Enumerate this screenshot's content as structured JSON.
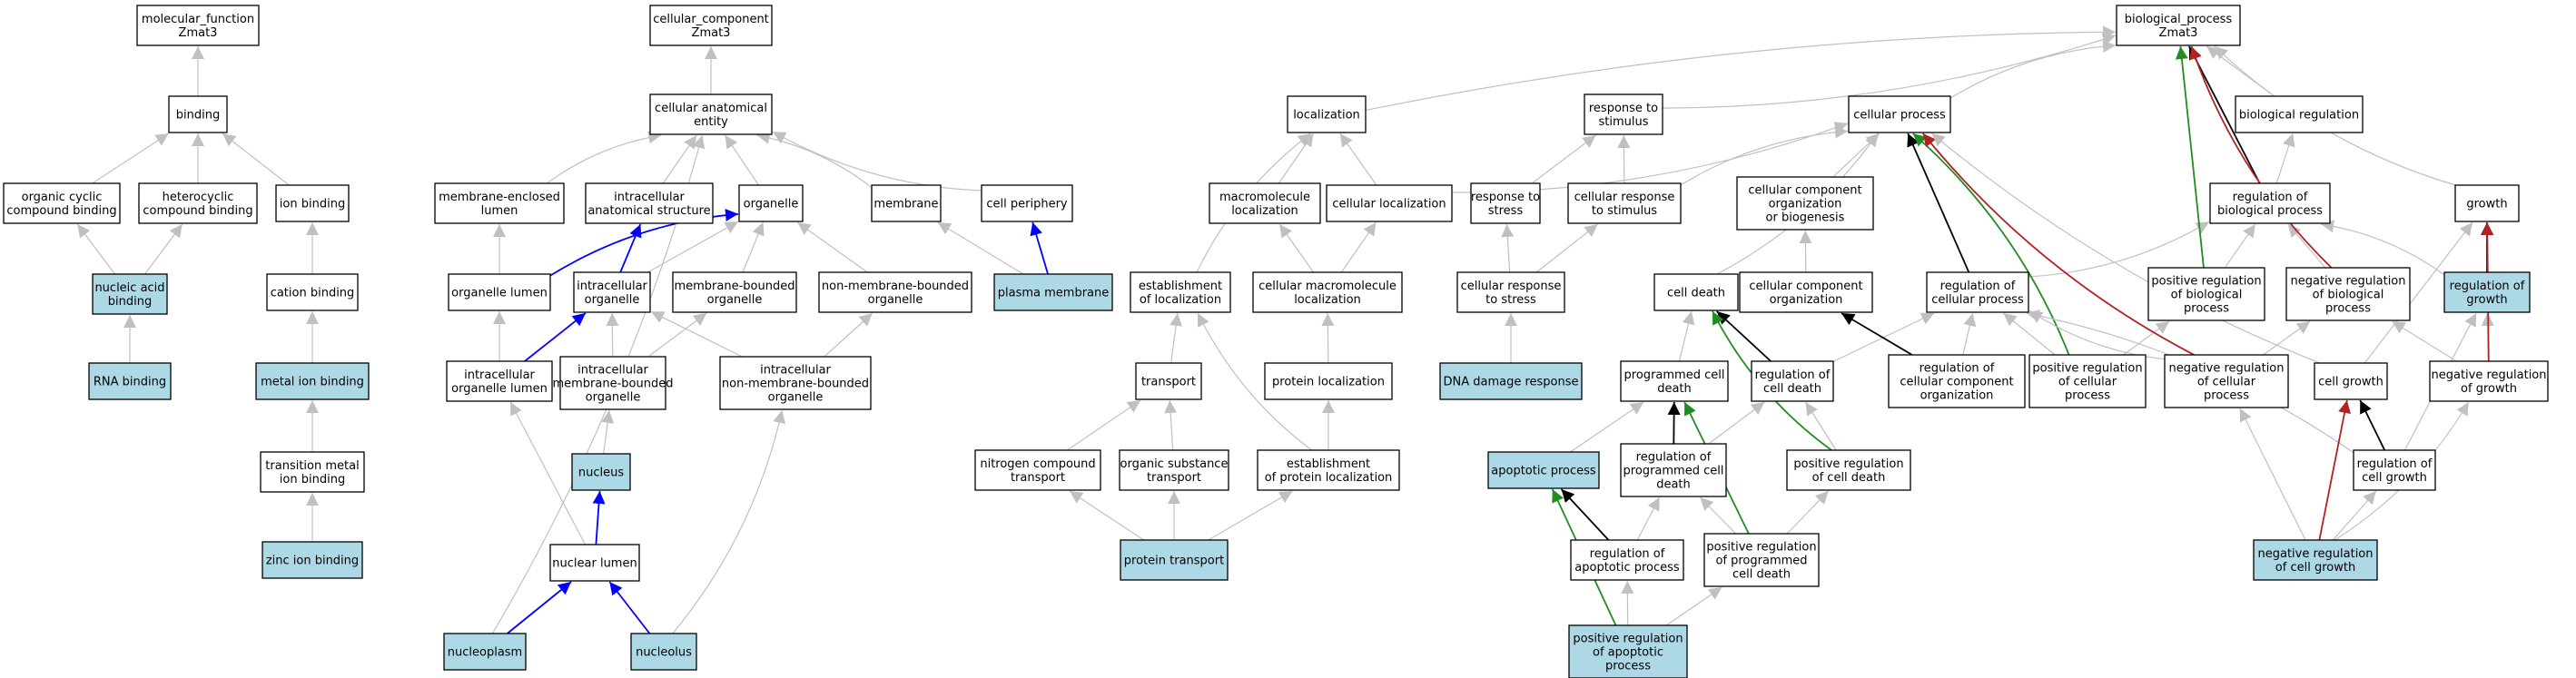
{
  "colors": {
    "highlight": "#add8e6",
    "plain": "#ffffff",
    "edge_is_a": "#c0c0c0",
    "edge_part_of": "#0000ff",
    "edge_regulates": "#000000",
    "edge_pos_regulates": "#228b22",
    "edge_neg_regulates": "#b22222"
  },
  "nodes": [
    {
      "id": "mf",
      "lines": [
        "molecular_function",
        "Zmat3"
      ],
      "highlight": false
    },
    {
      "id": "binding",
      "lines": [
        "binding"
      ],
      "highlight": false
    },
    {
      "id": "ocb",
      "lines": [
        "organic cyclic",
        "compound binding"
      ],
      "highlight": false
    },
    {
      "id": "hcb",
      "lines": [
        "heterocyclic",
        "compound binding"
      ],
      "highlight": false
    },
    {
      "id": "ionb",
      "lines": [
        "ion binding"
      ],
      "highlight": false
    },
    {
      "id": "nab",
      "lines": [
        "nucleic acid",
        "binding"
      ],
      "highlight": true
    },
    {
      "id": "cationb",
      "lines": [
        "cation binding"
      ],
      "highlight": false
    },
    {
      "id": "rnab",
      "lines": [
        "RNA binding"
      ],
      "highlight": true
    },
    {
      "id": "metalb",
      "lines": [
        "metal ion binding"
      ],
      "highlight": true
    },
    {
      "id": "tmib",
      "lines": [
        "transition metal",
        "ion binding"
      ],
      "highlight": false
    },
    {
      "id": "zincb",
      "lines": [
        "zinc ion binding"
      ],
      "highlight": true
    },
    {
      "id": "cc",
      "lines": [
        "cellular_component",
        "Zmat3"
      ],
      "highlight": false
    },
    {
      "id": "cae",
      "lines": [
        "cellular anatomical",
        "entity"
      ],
      "highlight": false
    },
    {
      "id": "mel",
      "lines": [
        "membrane-enclosed",
        "lumen"
      ],
      "highlight": false
    },
    {
      "id": "ias",
      "lines": [
        "intracellular",
        "anatomical structure"
      ],
      "highlight": false
    },
    {
      "id": "organelle",
      "lines": [
        "organelle"
      ],
      "highlight": false
    },
    {
      "id": "membrane",
      "lines": [
        "membrane"
      ],
      "highlight": false
    },
    {
      "id": "cellper",
      "lines": [
        "cell periphery"
      ],
      "highlight": false
    },
    {
      "id": "orglumen",
      "lines": [
        "organelle lumen"
      ],
      "highlight": false
    },
    {
      "id": "intorg",
      "lines": [
        "intracellular",
        "organelle"
      ],
      "highlight": false
    },
    {
      "id": "mbo",
      "lines": [
        "membrane-bounded",
        "organelle"
      ],
      "highlight": false
    },
    {
      "id": "nmbo",
      "lines": [
        "non-membrane-bounded",
        "organelle"
      ],
      "highlight": false
    },
    {
      "id": "pm",
      "lines": [
        "plasma membrane"
      ],
      "highlight": true
    },
    {
      "id": "iol",
      "lines": [
        "intracellular",
        "organelle lumen"
      ],
      "highlight": false
    },
    {
      "id": "imbo",
      "lines": [
        "intracellular",
        "membrane-bounded",
        "organelle"
      ],
      "highlight": false
    },
    {
      "id": "inmbo",
      "lines": [
        "intracellular",
        "non-membrane-bounded",
        "organelle"
      ],
      "highlight": false
    },
    {
      "id": "nucleus",
      "lines": [
        "nucleus"
      ],
      "highlight": true
    },
    {
      "id": "nuclumen",
      "lines": [
        "nuclear lumen"
      ],
      "highlight": false
    },
    {
      "id": "nucleoplasm",
      "lines": [
        "nucleoplasm"
      ],
      "highlight": true
    },
    {
      "id": "nucleolus",
      "lines": [
        "nucleolus"
      ],
      "highlight": true
    },
    {
      "id": "bp",
      "lines": [
        "biological_process",
        "Zmat3"
      ],
      "highlight": false
    },
    {
      "id": "localization",
      "lines": [
        "localization"
      ],
      "highlight": false
    },
    {
      "id": "rts",
      "lines": [
        "response to",
        "stimulus"
      ],
      "highlight": false
    },
    {
      "id": "cellproc",
      "lines": [
        "cellular process"
      ],
      "highlight": false
    },
    {
      "id": "bioreg",
      "lines": [
        "biological regulation"
      ],
      "highlight": false
    },
    {
      "id": "mloc",
      "lines": [
        "macromolecule",
        "localization"
      ],
      "highlight": false
    },
    {
      "id": "cloc",
      "lines": [
        "cellular localization"
      ],
      "highlight": false
    },
    {
      "id": "rtstress",
      "lines": [
        "response to",
        "stress"
      ],
      "highlight": false
    },
    {
      "id": "crts",
      "lines": [
        "cellular response",
        "to stimulus"
      ],
      "highlight": false
    },
    {
      "id": "ccob",
      "lines": [
        "cellular component",
        "organization",
        "or biogenesis"
      ],
      "highlight": false
    },
    {
      "id": "rbp",
      "lines": [
        "regulation of",
        "biological process"
      ],
      "highlight": false
    },
    {
      "id": "growth",
      "lines": [
        "growth"
      ],
      "highlight": false
    },
    {
      "id": "eol",
      "lines": [
        "establishment",
        "of localization"
      ],
      "highlight": false
    },
    {
      "id": "cml",
      "lines": [
        "cellular macromolecule",
        "localization"
      ],
      "highlight": false
    },
    {
      "id": "crstress",
      "lines": [
        "cellular response",
        "to stress"
      ],
      "highlight": false
    },
    {
      "id": "celldeath",
      "lines": [
        "cell death"
      ],
      "highlight": false
    },
    {
      "id": "cco",
      "lines": [
        "cellular component",
        "organization"
      ],
      "highlight": false
    },
    {
      "id": "rcp",
      "lines": [
        "regulation of",
        "cellular process"
      ],
      "highlight": false
    },
    {
      "id": "prbp",
      "lines": [
        "positive regulation",
        "of biological",
        "process"
      ],
      "highlight": false
    },
    {
      "id": "nrbp",
      "lines": [
        "negative regulation",
        "of biological",
        "process"
      ],
      "highlight": false
    },
    {
      "id": "rog",
      "lines": [
        "regulation of",
        "growth"
      ],
      "highlight": true
    },
    {
      "id": "dnadr",
      "lines": [
        "DNA damage response"
      ],
      "highlight": true
    },
    {
      "id": "transport",
      "lines": [
        "transport"
      ],
      "highlight": false
    },
    {
      "id": "protloc",
      "lines": [
        "protein localization"
      ],
      "highlight": false
    },
    {
      "id": "pcd",
      "lines": [
        "programmed cell",
        "death"
      ],
      "highlight": false
    },
    {
      "id": "rcd",
      "lines": [
        "regulation of",
        "cell death"
      ],
      "highlight": false
    },
    {
      "id": "rcco",
      "lines": [
        "regulation of",
        "cellular component",
        "organization"
      ],
      "highlight": false
    },
    {
      "id": "prcp",
      "lines": [
        "positive regulation",
        "of cellular",
        "process"
      ],
      "highlight": false
    },
    {
      "id": "nrcp",
      "lines": [
        "negative regulation",
        "of cellular",
        "process"
      ],
      "highlight": false
    },
    {
      "id": "cellgrowth",
      "lines": [
        "cell growth"
      ],
      "highlight": false
    },
    {
      "id": "nrg",
      "lines": [
        "negative regulation",
        "of growth"
      ],
      "highlight": false
    },
    {
      "id": "nct",
      "lines": [
        "nitrogen compound",
        "transport"
      ],
      "highlight": false
    },
    {
      "id": "ost",
      "lines": [
        "organic substance",
        "transport"
      ],
      "highlight": false
    },
    {
      "id": "epl",
      "lines": [
        "establishment",
        "of protein localization"
      ],
      "highlight": false
    },
    {
      "id": "apoptotic",
      "lines": [
        "apoptotic process"
      ],
      "highlight": true
    },
    {
      "id": "rpcd",
      "lines": [
        "regulation of",
        "programmed cell",
        "death"
      ],
      "highlight": false
    },
    {
      "id": "prcd",
      "lines": [
        "positive regulation",
        "of cell death"
      ],
      "highlight": false
    },
    {
      "id": "rcg",
      "lines": [
        "regulation of",
        "cell growth"
      ],
      "highlight": false
    },
    {
      "id": "protransport",
      "lines": [
        "protein transport"
      ],
      "highlight": true
    },
    {
      "id": "rap",
      "lines": [
        "regulation of",
        "apoptotic process"
      ],
      "highlight": false
    },
    {
      "id": "prpcd",
      "lines": [
        "positive regulation",
        "of programmed",
        "cell death"
      ],
      "highlight": false
    },
    {
      "id": "nrcg",
      "lines": [
        "negative regulation",
        "of cell growth"
      ],
      "highlight": true
    },
    {
      "id": "prap",
      "lines": [
        "positive regulation",
        "of apoptotic",
        "process"
      ],
      "highlight": true
    }
  ],
  "edges": [
    {
      "from": "binding",
      "to": "mf",
      "type": "is_a"
    },
    {
      "from": "ocb",
      "to": "binding",
      "type": "is_a"
    },
    {
      "from": "hcb",
      "to": "binding",
      "type": "is_a"
    },
    {
      "from": "ionb",
      "to": "binding",
      "type": "is_a"
    },
    {
      "from": "nab",
      "to": "ocb",
      "type": "is_a"
    },
    {
      "from": "nab",
      "to": "hcb",
      "type": "is_a"
    },
    {
      "from": "rnab",
      "to": "nab",
      "type": "is_a"
    },
    {
      "from": "cationb",
      "to": "ionb",
      "type": "is_a"
    },
    {
      "from": "metalb",
      "to": "cationb",
      "type": "is_a"
    },
    {
      "from": "tmib",
      "to": "metalb",
      "type": "is_a"
    },
    {
      "from": "zincb",
      "to": "tmib",
      "type": "is_a"
    },
    {
      "from": "cae",
      "to": "cc",
      "type": "is_a"
    },
    {
      "from": "mel",
      "to": "cae",
      "type": "is_a"
    },
    {
      "from": "ias",
      "to": "cae",
      "type": "is_a"
    },
    {
      "from": "organelle",
      "to": "cae",
      "type": "is_a"
    },
    {
      "from": "membrane",
      "to": "cae",
      "type": "is_a"
    },
    {
      "from": "cellper",
      "to": "cae",
      "type": "is_a"
    },
    {
      "from": "orglumen",
      "to": "mel",
      "type": "is_a"
    },
    {
      "from": "orglumen",
      "to": "organelle",
      "type": "part_of"
    },
    {
      "from": "intorg",
      "to": "ias",
      "type": "part_of"
    },
    {
      "from": "intorg",
      "to": "organelle",
      "type": "is_a"
    },
    {
      "from": "mbo",
      "to": "organelle",
      "type": "is_a"
    },
    {
      "from": "nmbo",
      "to": "organelle",
      "type": "is_a"
    },
    {
      "from": "pm",
      "to": "membrane",
      "type": "is_a"
    },
    {
      "from": "pm",
      "to": "cellper",
      "type": "part_of"
    },
    {
      "from": "iol",
      "to": "orglumen",
      "type": "is_a"
    },
    {
      "from": "iol",
      "to": "intorg",
      "type": "part_of"
    },
    {
      "from": "imbo",
      "to": "intorg",
      "type": "is_a"
    },
    {
      "from": "imbo",
      "to": "mbo",
      "type": "is_a"
    },
    {
      "from": "inmbo",
      "to": "intorg",
      "type": "is_a"
    },
    {
      "from": "inmbo",
      "to": "nmbo",
      "type": "is_a"
    },
    {
      "from": "nucleus",
      "to": "imbo",
      "type": "is_a"
    },
    {
      "from": "nuclumen",
      "to": "nucleus",
      "type": "part_of"
    },
    {
      "from": "nuclumen",
      "to": "iol",
      "type": "is_a"
    },
    {
      "from": "nucleoplasm",
      "to": "nuclumen",
      "type": "part_of"
    },
    {
      "from": "nucleoplasm",
      "to": "cae",
      "type": "is_a"
    },
    {
      "from": "nucleolus",
      "to": "nuclumen",
      "type": "part_of"
    },
    {
      "from": "nucleolus",
      "to": "inmbo",
      "type": "is_a"
    },
    {
      "from": "localization",
      "to": "bp",
      "type": "is_a"
    },
    {
      "from": "rts",
      "to": "bp",
      "type": "is_a"
    },
    {
      "from": "cellproc",
      "to": "bp",
      "type": "is_a"
    },
    {
      "from": "bioreg",
      "to": "bp",
      "type": "is_a"
    },
    {
      "from": "growth",
      "to": "bp",
      "type": "is_a"
    },
    {
      "from": "mloc",
      "to": "localization",
      "type": "is_a"
    },
    {
      "from": "cloc",
      "to": "localization",
      "type": "is_a"
    },
    {
      "from": "cloc",
      "to": "cellproc",
      "type": "is_a"
    },
    {
      "from": "rtstress",
      "to": "rts",
      "type": "is_a"
    },
    {
      "from": "crts",
      "to": "rts",
      "type": "is_a"
    },
    {
      "from": "crts",
      "to": "cellproc",
      "type": "is_a"
    },
    {
      "from": "ccob",
      "to": "cellproc",
      "type": "is_a"
    },
    {
      "from": "rbp",
      "to": "bioreg",
      "type": "is_a"
    },
    {
      "from": "rbp",
      "to": "bp",
      "type": "regulates"
    },
    {
      "from": "eol",
      "to": "localization",
      "type": "is_a"
    },
    {
      "from": "cml",
      "to": "mloc",
      "type": "is_a"
    },
    {
      "from": "cml",
      "to": "cloc",
      "type": "is_a"
    },
    {
      "from": "crstress",
      "to": "rtstress",
      "type": "is_a"
    },
    {
      "from": "crstress",
      "to": "crts",
      "type": "is_a"
    },
    {
      "from": "celldeath",
      "to": "cellproc",
      "type": "is_a"
    },
    {
      "from": "cco",
      "to": "ccob",
      "type": "is_a"
    },
    {
      "from": "rcp",
      "to": "rbp",
      "type": "is_a"
    },
    {
      "from": "rcp",
      "to": "cellproc",
      "type": "regulates"
    },
    {
      "from": "prbp",
      "to": "rbp",
      "type": "is_a"
    },
    {
      "from": "prbp",
      "to": "bp",
      "type": "pos_regulates"
    },
    {
      "from": "nrbp",
      "to": "rbp",
      "type": "is_a"
    },
    {
      "from": "nrbp",
      "to": "bp",
      "type": "neg_regulates"
    },
    {
      "from": "rog",
      "to": "rbp",
      "type": "is_a"
    },
    {
      "from": "rog",
      "to": "growth",
      "type": "regulates"
    },
    {
      "from": "dnadr",
      "to": "crstress",
      "type": "is_a"
    },
    {
      "from": "transport",
      "to": "eol",
      "type": "is_a"
    },
    {
      "from": "protloc",
      "to": "cml",
      "type": "is_a"
    },
    {
      "from": "pcd",
      "to": "celldeath",
      "type": "is_a"
    },
    {
      "from": "rcd",
      "to": "rcp",
      "type": "is_a"
    },
    {
      "from": "rcd",
      "to": "celldeath",
      "type": "regulates"
    },
    {
      "from": "rcco",
      "to": "rcp",
      "type": "is_a"
    },
    {
      "from": "rcco",
      "to": "cco",
      "type": "regulates"
    },
    {
      "from": "prcp",
      "to": "rcp",
      "type": "is_a"
    },
    {
      "from": "prcp",
      "to": "prbp",
      "type": "is_a"
    },
    {
      "from": "prcp",
      "to": "cellproc",
      "type": "pos_regulates"
    },
    {
      "from": "nrcp",
      "to": "rcp",
      "type": "is_a"
    },
    {
      "from": "nrcp",
      "to": "nrbp",
      "type": "is_a"
    },
    {
      "from": "nrcp",
      "to": "cellproc",
      "type": "neg_regulates"
    },
    {
      "from": "cellgrowth",
      "to": "growth",
      "type": "is_a"
    },
    {
      "from": "cellgrowth",
      "to": "cellproc",
      "type": "is_a"
    },
    {
      "from": "nrg",
      "to": "rog",
      "type": "is_a"
    },
    {
      "from": "nrg",
      "to": "nrbp",
      "type": "is_a"
    },
    {
      "from": "nrg",
      "to": "growth",
      "type": "neg_regulates"
    },
    {
      "from": "nct",
      "to": "transport",
      "type": "is_a"
    },
    {
      "from": "ost",
      "to": "transport",
      "type": "is_a"
    },
    {
      "from": "epl",
      "to": "eol",
      "type": "is_a"
    },
    {
      "from": "epl",
      "to": "protloc",
      "type": "is_a"
    },
    {
      "from": "apoptotic",
      "to": "pcd",
      "type": "is_a"
    },
    {
      "from": "rpcd",
      "to": "rcd",
      "type": "is_a"
    },
    {
      "from": "rpcd",
      "to": "pcd",
      "type": "regulates"
    },
    {
      "from": "prcd",
      "to": "rcd",
      "type": "is_a"
    },
    {
      "from": "prcd",
      "to": "celldeath",
      "type": "pos_regulates"
    },
    {
      "from": "rcg",
      "to": "rog",
      "type": "is_a"
    },
    {
      "from": "rcg",
      "to": "cellgrowth",
      "type": "regulates"
    },
    {
      "from": "rcg",
      "to": "rcp",
      "type": "is_a"
    },
    {
      "from": "protransport",
      "to": "nct",
      "type": "is_a"
    },
    {
      "from": "protransport",
      "to": "ost",
      "type": "is_a"
    },
    {
      "from": "protransport",
      "to": "epl",
      "type": "is_a"
    },
    {
      "from": "rap",
      "to": "rpcd",
      "type": "is_a"
    },
    {
      "from": "rap",
      "to": "apoptotic",
      "type": "regulates"
    },
    {
      "from": "prpcd",
      "to": "rpcd",
      "type": "is_a"
    },
    {
      "from": "prpcd",
      "to": "prcd",
      "type": "is_a"
    },
    {
      "from": "prpcd",
      "to": "pcd",
      "type": "pos_regulates"
    },
    {
      "from": "nrcg",
      "to": "rcg",
      "type": "is_a"
    },
    {
      "from": "nrcg",
      "to": "nrg",
      "type": "is_a"
    },
    {
      "from": "nrcg",
      "to": "nrcp",
      "type": "is_a"
    },
    {
      "from": "nrcg",
      "to": "cellgrowth",
      "type": "neg_regulates"
    },
    {
      "from": "prap",
      "to": "rap",
      "type": "is_a"
    },
    {
      "from": "prap",
      "to": "prpcd",
      "type": "is_a"
    },
    {
      "from": "prap",
      "to": "apoptotic",
      "type": "pos_regulates"
    }
  ]
}
